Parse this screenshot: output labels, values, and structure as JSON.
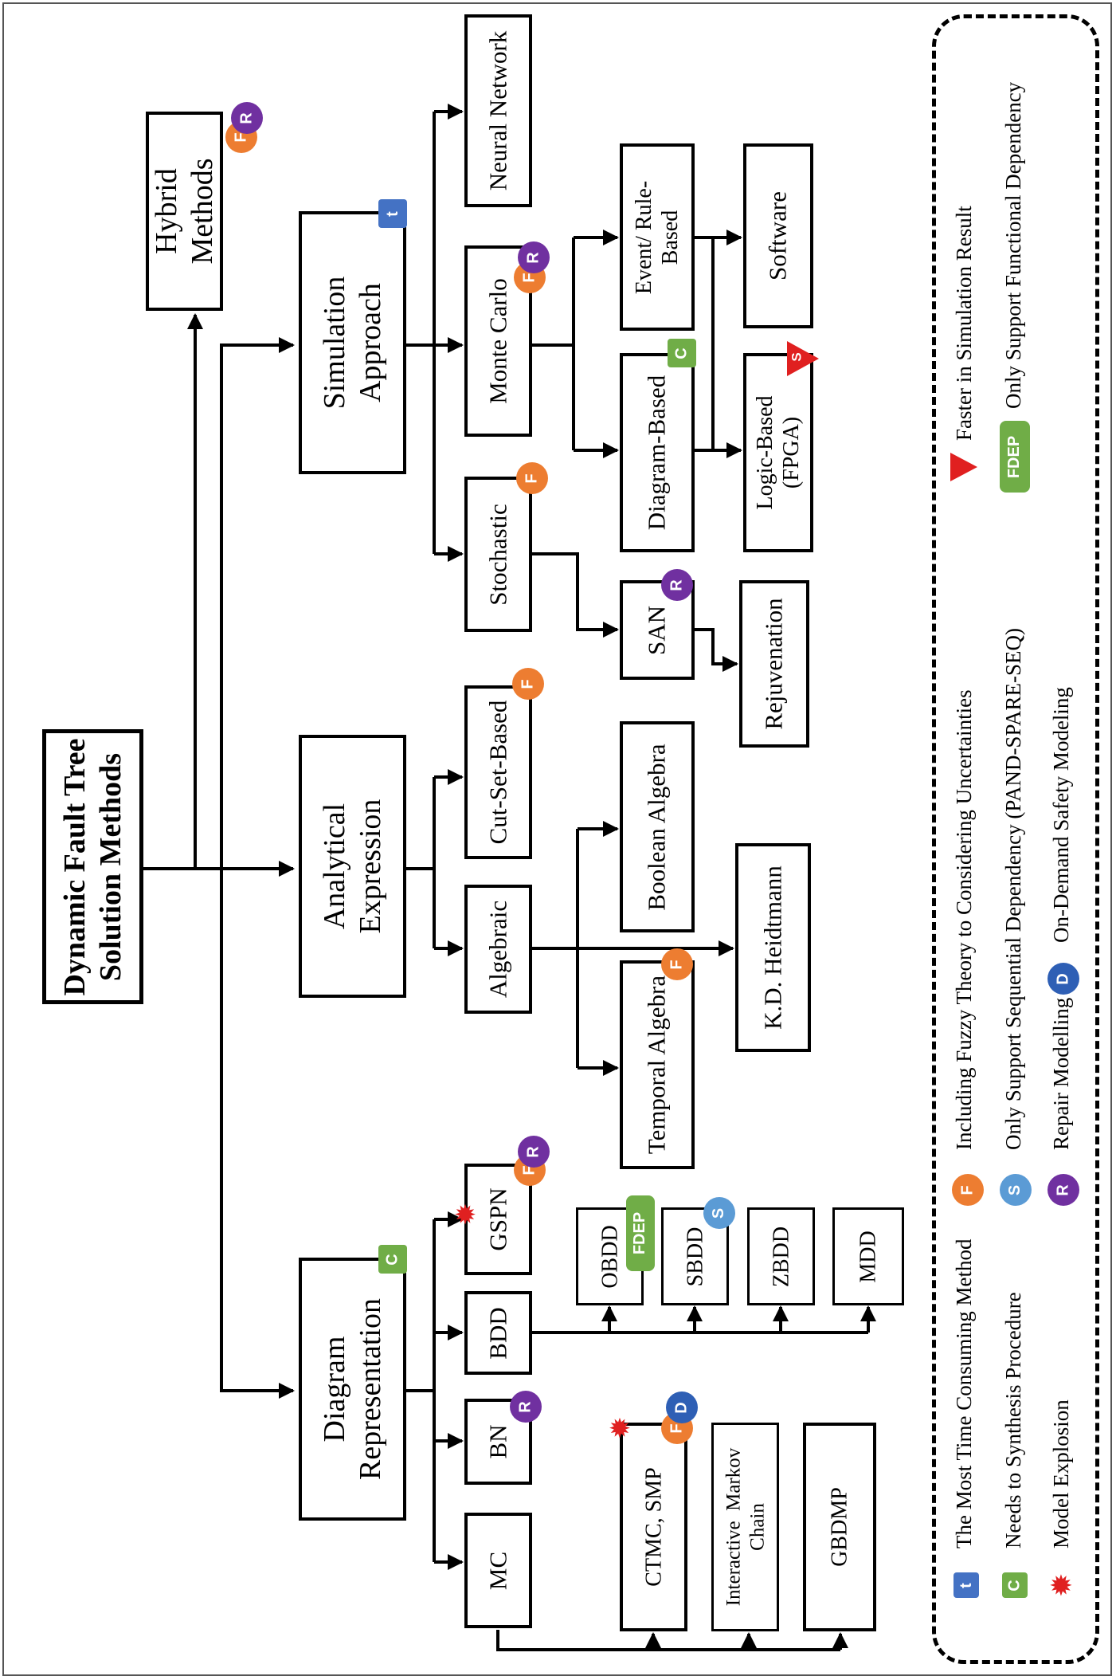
{
  "root": {
    "label": "Dynamic Fault Tree\nSolution Methods"
  },
  "categories": {
    "hybrid": {
      "label": "Hybrid\nMethods"
    },
    "simulation": {
      "label": "Simulation\nApproach"
    },
    "analytical": {
      "label": "Analytical\nExpression"
    },
    "diagram": {
      "label": "Diagram\nRepresentation"
    }
  },
  "nodes": {
    "neural_network": "Neural Network",
    "monte_carlo": "Monte Carlo",
    "stochastic": "Stochastic",
    "event_rule": "Event/ Rule-\nBased",
    "diagram_based": "Diagram-Based",
    "software": "Software",
    "logic_based": "Logic-Based\n(FPGA)",
    "san": "SAN",
    "rejuvenation": "Rejuvenation",
    "cut_set": "Cut-Set-Based",
    "algebraic": "Algebraic",
    "boolean": "Boolean Algebra",
    "heidtmann": "K.D. Heidtmann",
    "temporal": "Temporal Algebra",
    "gspn": "GSPN",
    "bdd": "BDD",
    "bn": "BN",
    "mc": "MC",
    "obdd": "OBDD",
    "sbdd": "SBDD",
    "zbdd": "ZBDD",
    "mdd": "MDD",
    "ctmc": "CTMC, SMP",
    "imc": "Interactive  Markov\nChain",
    "gbdmp": "GBDMP"
  },
  "badges": {
    "F": "F",
    "R": "R",
    "C": "C",
    "D": "D",
    "S": "S",
    "t": "t",
    "fdep": "FDEP"
  },
  "legend": {
    "t": "The Most Time Consuming Method",
    "C": "Needs to Synthesis Procedure",
    "explosion": "Model Explosion",
    "F": "Including  Fuzzy Theory to Considering  Uncertainties",
    "S": "Only Support Sequential Dependency (PAND-SPARE-SEQ)",
    "R": "Repair Modelling",
    "D": "On-Demand Safety Modeling",
    "faster": "Faster in Simulation  Result",
    "FDEP": "Only Support Functional Dependency"
  },
  "colors": {
    "orange": "#ED7D31",
    "purple": "#7030A0",
    "green": "#70AD47",
    "blue_sq": "#4472C4",
    "blue_circle": "#2E5FB5",
    "light_blue": "#5B9BD5",
    "red": "#E02020"
  }
}
